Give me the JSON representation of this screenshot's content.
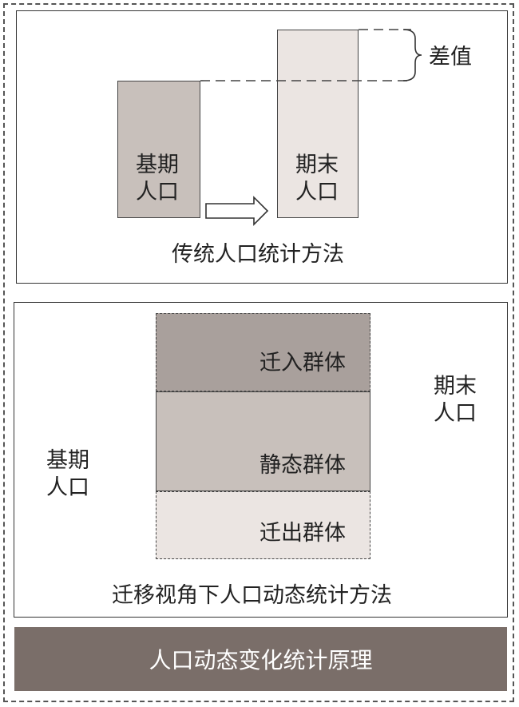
{
  "traditional": {
    "base_label": "基期\n人口",
    "end_label": "期末\n人口",
    "diff_label": "差值",
    "caption": "传统人口统计方法"
  },
  "migration": {
    "in_group": "迁入群体",
    "static_group": "静态群体",
    "out_group": "迁出群体",
    "end_label": "期末\n人口",
    "base_label": "基期\n人口",
    "caption": "迁移视角下人口动态统计方法"
  },
  "footer": {
    "title": "人口动态变化统计原理"
  },
  "colors": {
    "dark": "#a9a09c",
    "medium": "#c8c0bb",
    "light": "#ebe5e2",
    "footer": "#7a6e69"
  }
}
